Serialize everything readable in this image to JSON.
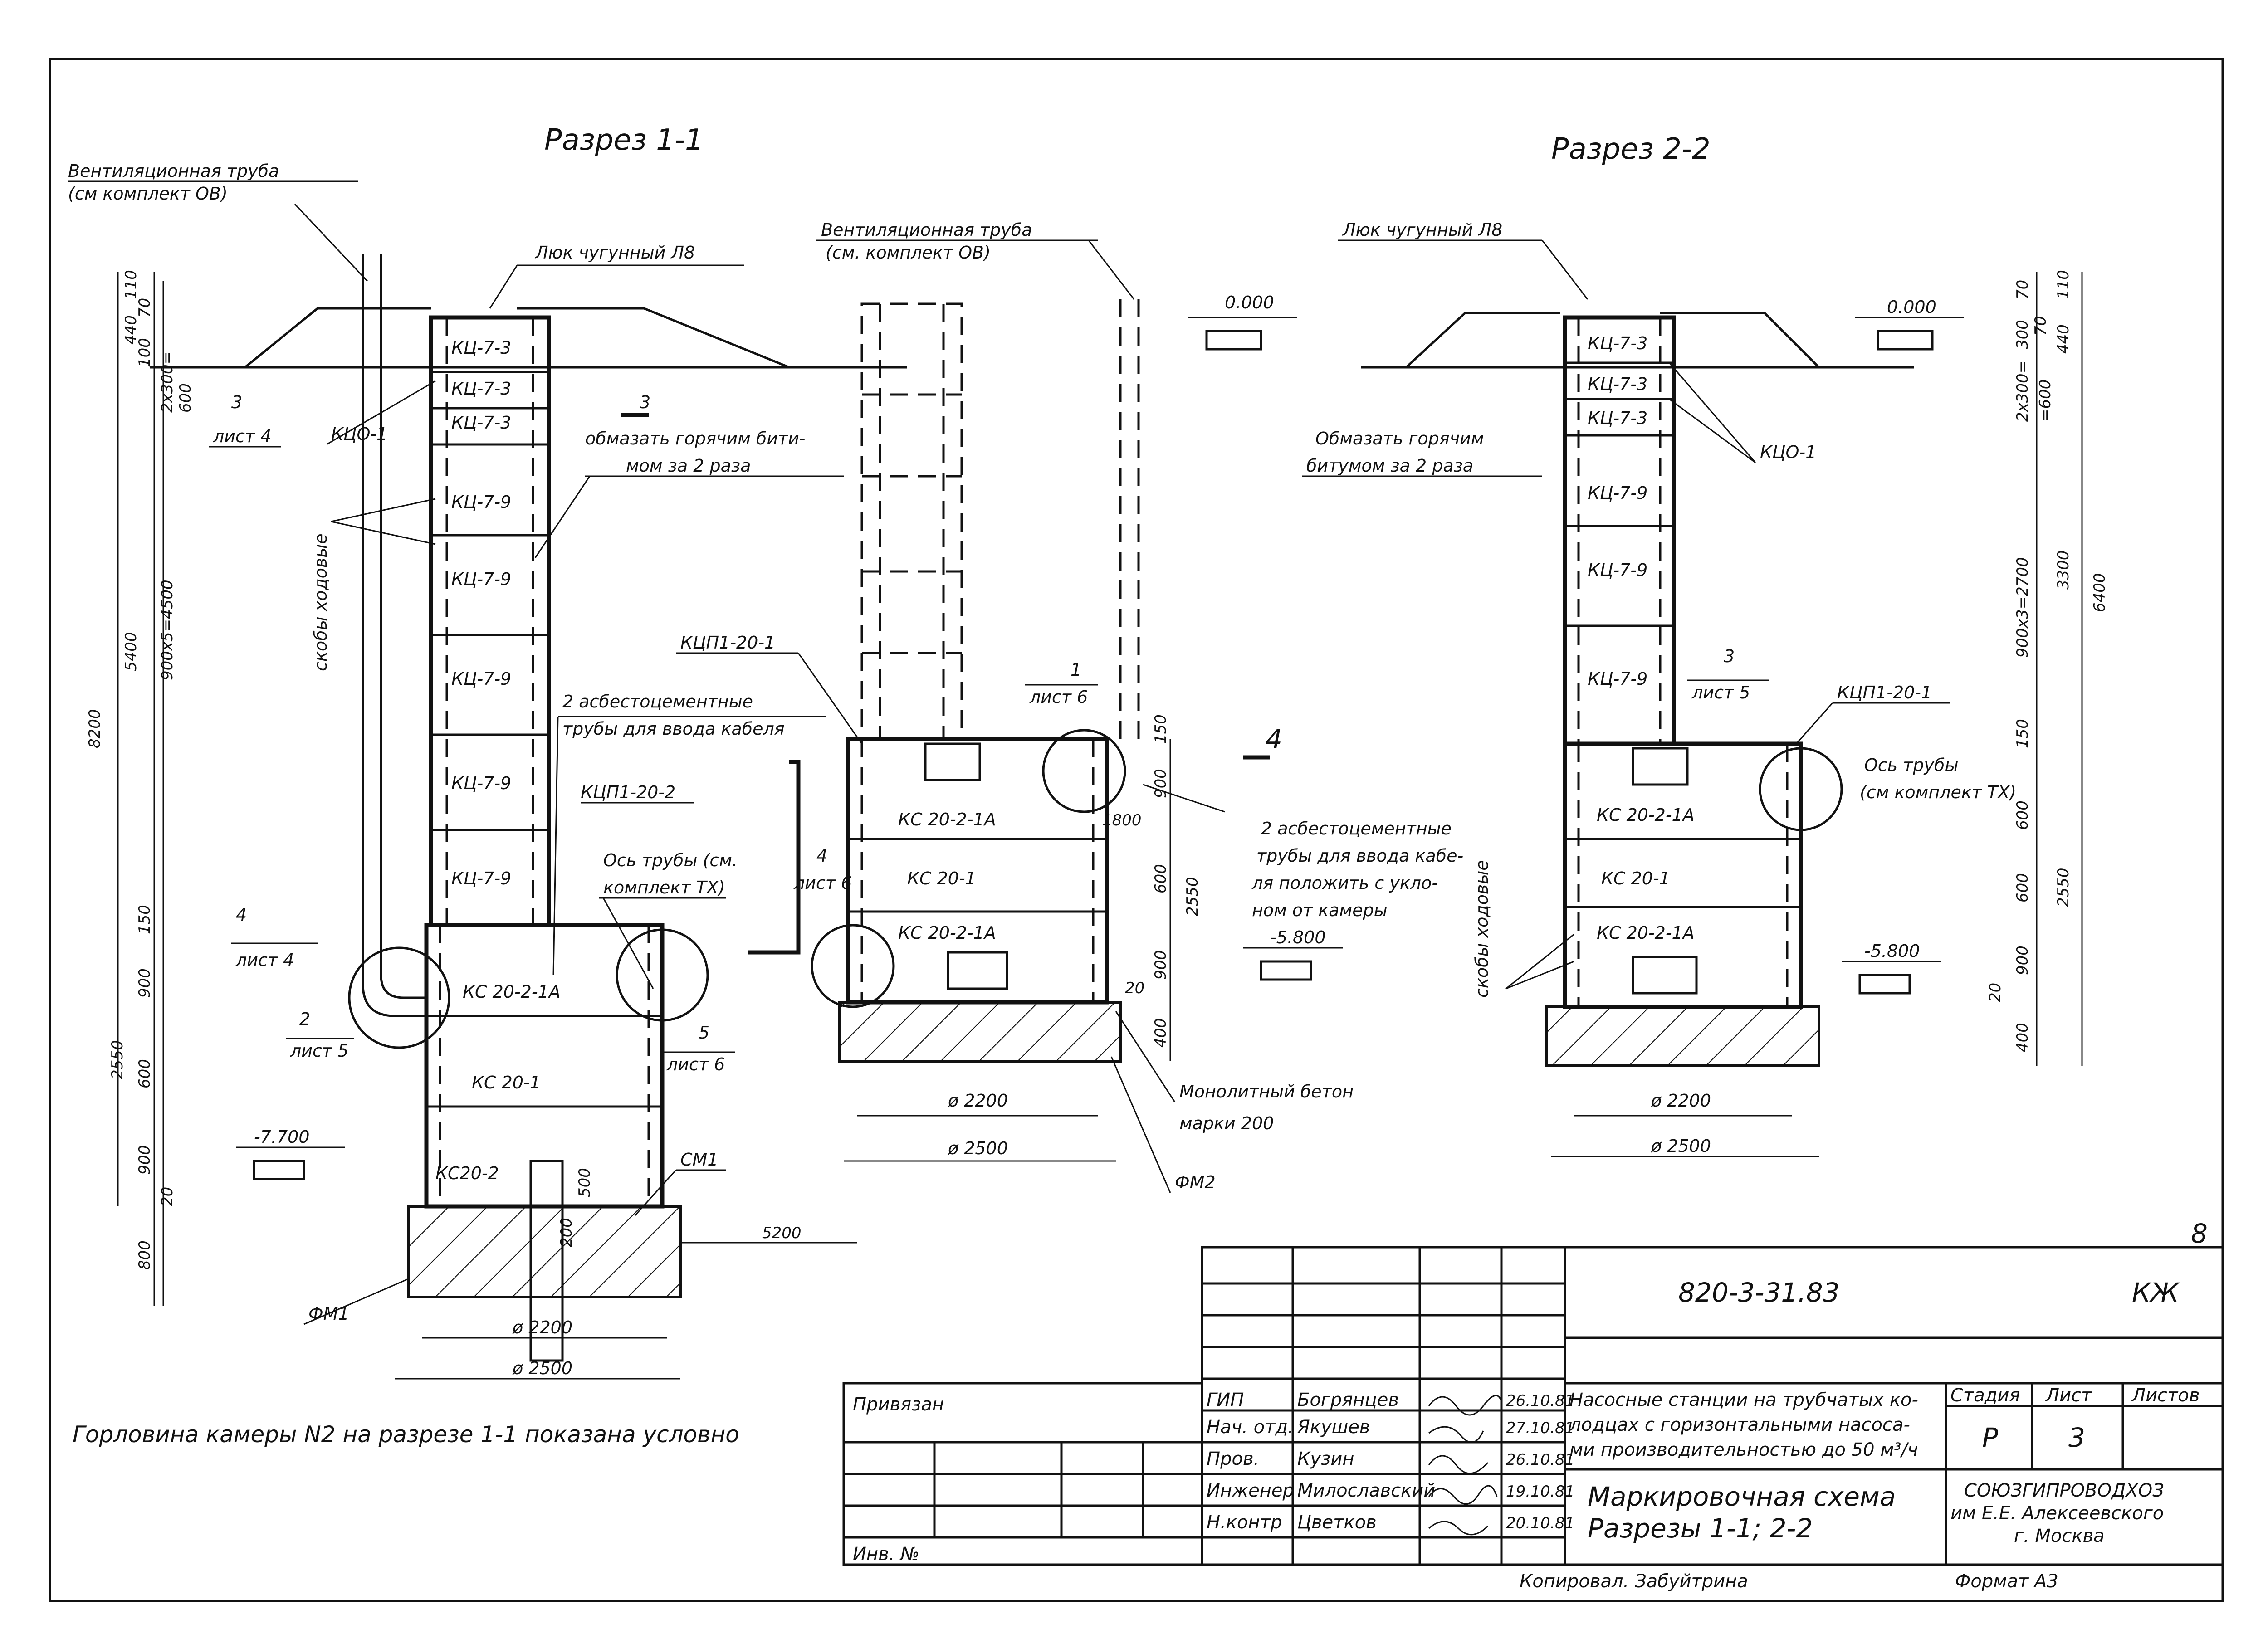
{
  "sections": {
    "s1": {
      "title": "Разрез 1-1",
      "vent_pipe": "Вентиляционная труба",
      "vent_pipe_ref": "(см комплект ОВ)",
      "hatch": "Люк чугунный Л8",
      "steps": "скобы ходовые",
      "bitumen_1": "обмазать горячим бити-",
      "bitumen_2": "мом за 2 раза",
      "asbestos_1": "2 асбестоцементные",
      "asbestos_2": "трубы для ввода кабеля",
      "kcp": "КЦП1-20-2",
      "axis_1": "Ось трубы (см.",
      "axis_2": "комплект ТХ)",
      "rings": [
        "КЦ-7-3",
        "КЦ-7-3",
        "КЦ-7-3",
        "КЦ-7-9",
        "КЦ-7-9",
        "КЦ-7-9",
        "КЦ-7-9",
        "КЦ-7-9"
      ],
      "kco": "КЦО-1",
      "chamber": [
        "КС 20-2-1А",
        "КС 20-1",
        "КС20-2"
      ],
      "cm": "СМ1",
      "fm": "ФМ1",
      "d_in": "ø 2200",
      "d_out": "ø 2500",
      "len": "5200",
      "level": "-7.700",
      "dims_left": [
        "110",
        "440",
        "70",
        "100",
        "2х300=",
        "600",
        "5400",
        "900х5=4500",
        "8200",
        "150",
        "900",
        "2550",
        "600",
        "900",
        "20",
        "800",
        "500",
        "200"
      ],
      "refs": [
        {
          "n": "3",
          "sheet": "лист 4"
        },
        {
          "n": "3",
          "sheet": ""
        },
        {
          "n": "4",
          "sheet": "лист 4"
        },
        {
          "n": "2",
          "sheet": "лист 5"
        },
        {
          "n": "5",
          "sheet": "лист 6"
        },
        {
          "n": "4",
          "sheet": "лист 6"
        }
      ]
    },
    "mid": {
      "vent_pipe": "Вентиляционная труба",
      "vent_pipe_ref": "(см. комплект ОВ)",
      "level_top": "0.000",
      "kcp": "КЦП1-20-1",
      "chamber": [
        "КС 20-2-1А",
        "КС 20-1",
        "КС 20-2-1А"
      ],
      "ref": {
        "n": "1",
        "sheet": "лист 6"
      },
      "section4": "4",
      "asbestos_1": "2 асбестоцементные",
      "asbestos_2": "трубы для ввода кабе-",
      "asbestos_3": "ля положить с укло-",
      "asbestos_4": "ном от камеры",
      "monolith_1": "Монолитный бетон",
      "monolith_2": "марки 200",
      "fm": "ФМ2",
      "level_bottom": "-5.800",
      "d_in": "ø 2200",
      "d_out": "ø 2500",
      "dims": [
        "150",
        "900",
        "1800",
        "600",
        "2550",
        "900",
        "20",
        "400"
      ]
    },
    "s2": {
      "title": "Разрез 2-2",
      "hatch": "Люк чугунный Л8",
      "level_top": "0.000",
      "kco": "КЦО-1",
      "bitumen_1": "Обмазать горячим",
      "bitumen_2": "битумом за 2 раза",
      "rings": [
        "КЦ-7-3",
        "КЦ-7-3",
        "КЦ-7-3",
        "КЦ-7-9",
        "КЦ-7-9",
        "КЦ-7-9"
      ],
      "ref": {
        "n": "3",
        "sheet": "лист 5"
      },
      "kcp": "КЦП1-20-1",
      "axis_1": "Ось трубы",
      "axis_2": "(см комплект ТХ)",
      "steps": "скобы ходовые",
      "chamber": [
        "КС 20-2-1А",
        "КС 20-1",
        "КС 20-2-1А"
      ],
      "level_bottom": "-5.800",
      "d_in": "ø 2200",
      "d_out": "ø 2500",
      "dims": [
        "70",
        "110",
        "300",
        "70",
        "440",
        "2х300=",
        "=600",
        "900х3=2700",
        "3300",
        "6400",
        "150",
        "600",
        "600",
        "2550",
        "900",
        "20",
        "400"
      ]
    }
  },
  "note": "Горловина камеры N2 на разрезе 1-1 показана условно",
  "titleblock": {
    "sheet_corner": "8",
    "code": "820-3-31.83",
    "mark": "КЖ",
    "privyazan": "Привязан",
    "inv": "Инв. №",
    "roles": [
      "ГИП",
      "Нач. отд.",
      "Пров.",
      "Инженер",
      "Н.контр"
    ],
    "names": [
      "Богрянцев",
      "Якушев",
      "Кузин",
      "Милославский",
      "Цветков"
    ],
    "dates": [
      "26.10.81",
      "27.10.81",
      "26.10.81",
      "19.10.81",
      "20.10.81"
    ],
    "project_1": "Насосные станции на трубчатых ко-",
    "project_2": "лодцах с горизонтальными насоса-",
    "project_3": "ми производительностью до 50 м³/ч",
    "sheet_title_1": "Маркировочная схема",
    "sheet_title_2": "Разрезы 1-1; 2-2",
    "stage_h": "Стадия",
    "sheet_h": "Лист",
    "sheets_h": "Листов",
    "stage": "Р",
    "sheet": "3",
    "org_1": "СОЮЗГИПРОВОДХОЗ",
    "org_2": "им Е.Е. Алексеевского",
    "org_3": "г. Москва",
    "copied": "Копировал. Забуйтрина",
    "format": "Формат А3"
  }
}
